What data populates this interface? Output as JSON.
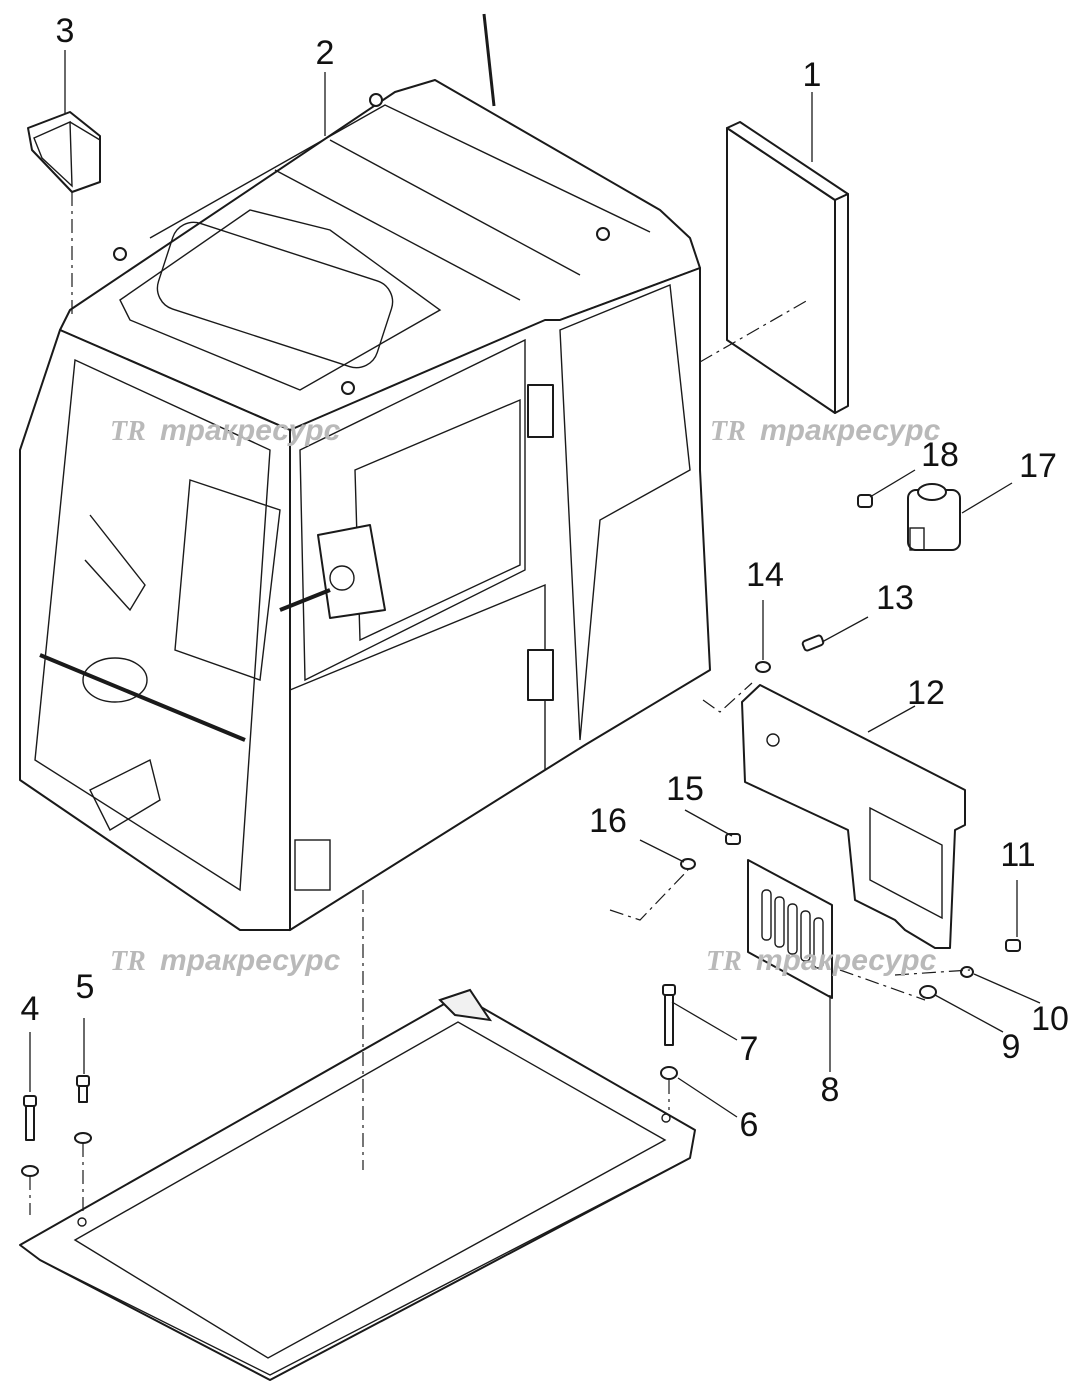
{
  "callouts": [
    {
      "id": "1",
      "label": "1"
    },
    {
      "id": "2",
      "label": "2"
    },
    {
      "id": "3",
      "label": "3"
    },
    {
      "id": "4",
      "label": "4"
    },
    {
      "id": "5",
      "label": "5"
    },
    {
      "id": "6",
      "label": "6"
    },
    {
      "id": "7",
      "label": "7"
    },
    {
      "id": "8",
      "label": "8"
    },
    {
      "id": "9",
      "label": "9"
    },
    {
      "id": "10",
      "label": "10"
    },
    {
      "id": "11",
      "label": "11"
    },
    {
      "id": "12",
      "label": "12"
    },
    {
      "id": "13",
      "label": "13"
    },
    {
      "id": "14",
      "label": "14"
    },
    {
      "id": "15",
      "label": "15"
    },
    {
      "id": "16",
      "label": "16"
    },
    {
      "id": "17",
      "label": "17"
    },
    {
      "id": "18",
      "label": "18"
    }
  ],
  "watermark": {
    "logo": "TR",
    "text": "тракресурс"
  }
}
